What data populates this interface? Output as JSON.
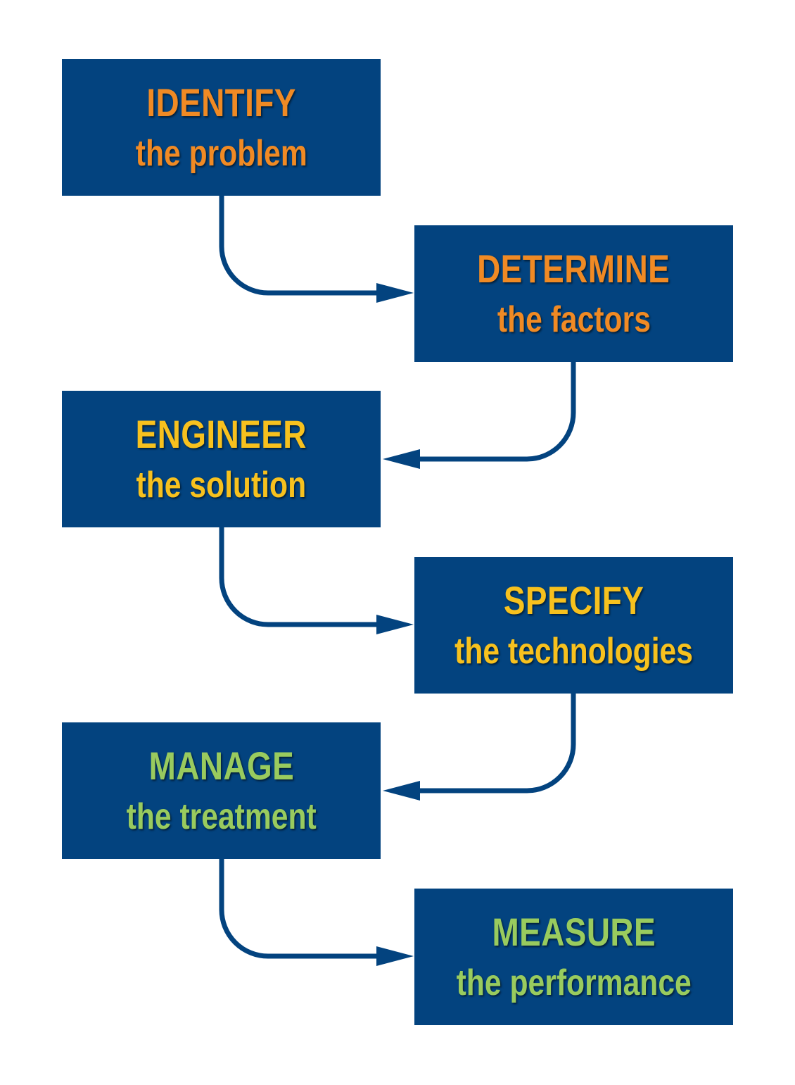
{
  "colors": {
    "box_fill": "#03437f",
    "connector": "#03437f",
    "orange": "#f08a24",
    "yellow": "#f7c11e",
    "green": "#99cb5e"
  },
  "steps": [
    {
      "title": "IDENTIFY",
      "subtitle": "the problem",
      "color": "#f08a24"
    },
    {
      "title": "DETERMINE",
      "subtitle": "the factors",
      "color": "#f08a24"
    },
    {
      "title": "ENGINEER",
      "subtitle": "the solution",
      "color": "#f7c11e"
    },
    {
      "title": "SPECIFY",
      "subtitle": "the technologies",
      "color": "#f7c11e"
    },
    {
      "title": "MANAGE",
      "subtitle": "the treatment",
      "color": "#99cb5e"
    },
    {
      "title": "MEASURE",
      "subtitle": "the performance",
      "color": "#99cb5e"
    }
  ]
}
